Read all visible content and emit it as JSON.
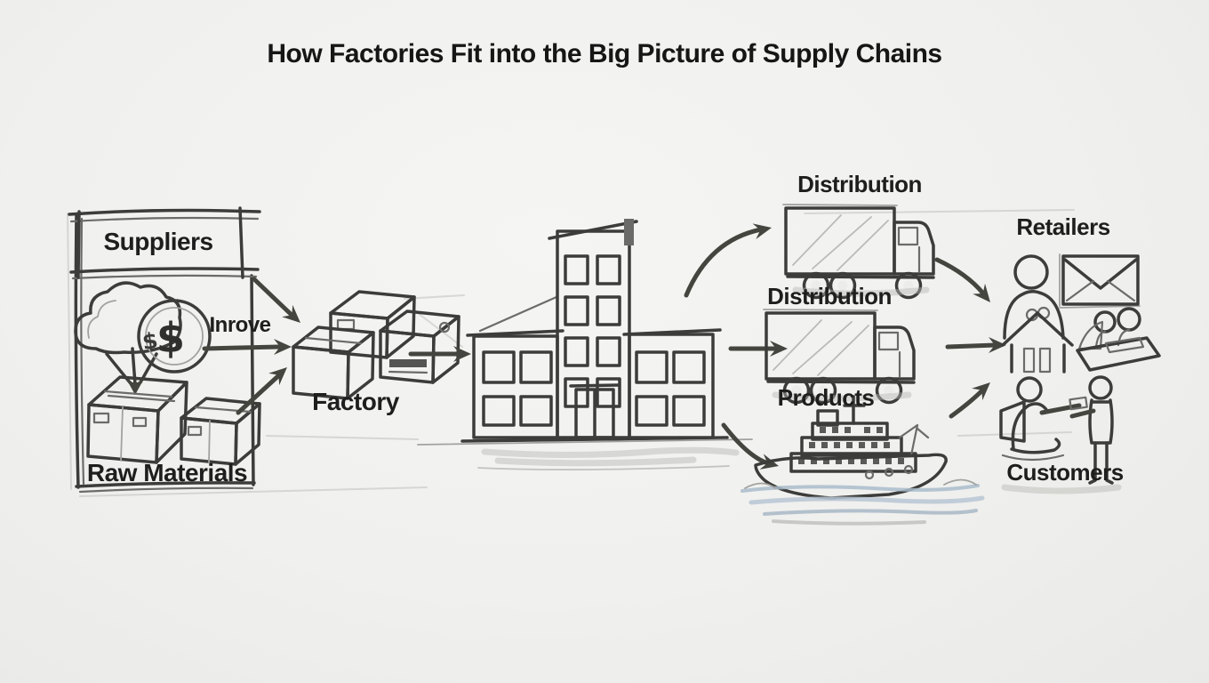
{
  "title": "How Factories Fit into the Big Picture of Supply Chains",
  "labels": {
    "suppliers": "Suppliers",
    "raw_materials": "Raw Materials",
    "input_annotation": "Inrove",
    "factory": "Factory",
    "distribution_top": "Distribution",
    "distribution_mid": "Distribution",
    "products": "Products",
    "retailers": "Retailers",
    "customers": "Customers"
  },
  "glyphs": {
    "dollar": "$"
  },
  "icons": [
    "cloud-icon",
    "dollar-coin-icon",
    "crate-icon",
    "crate-stack-icon",
    "factory-building-icon",
    "delivery-truck-icon",
    "cargo-ship-icon",
    "person-icon",
    "envelope-icon",
    "house-icon",
    "people-at-counter-icon",
    "customer-handoff-icon",
    "arrow-icon",
    "water-waves-icon"
  ],
  "colors": {
    "paper": "#f1f1ef",
    "ink": "#3c3c3a",
    "pencil_mid": "#6b6b69",
    "pencil_light": "#a2a2a0",
    "water_blue": "#a9bccb"
  }
}
